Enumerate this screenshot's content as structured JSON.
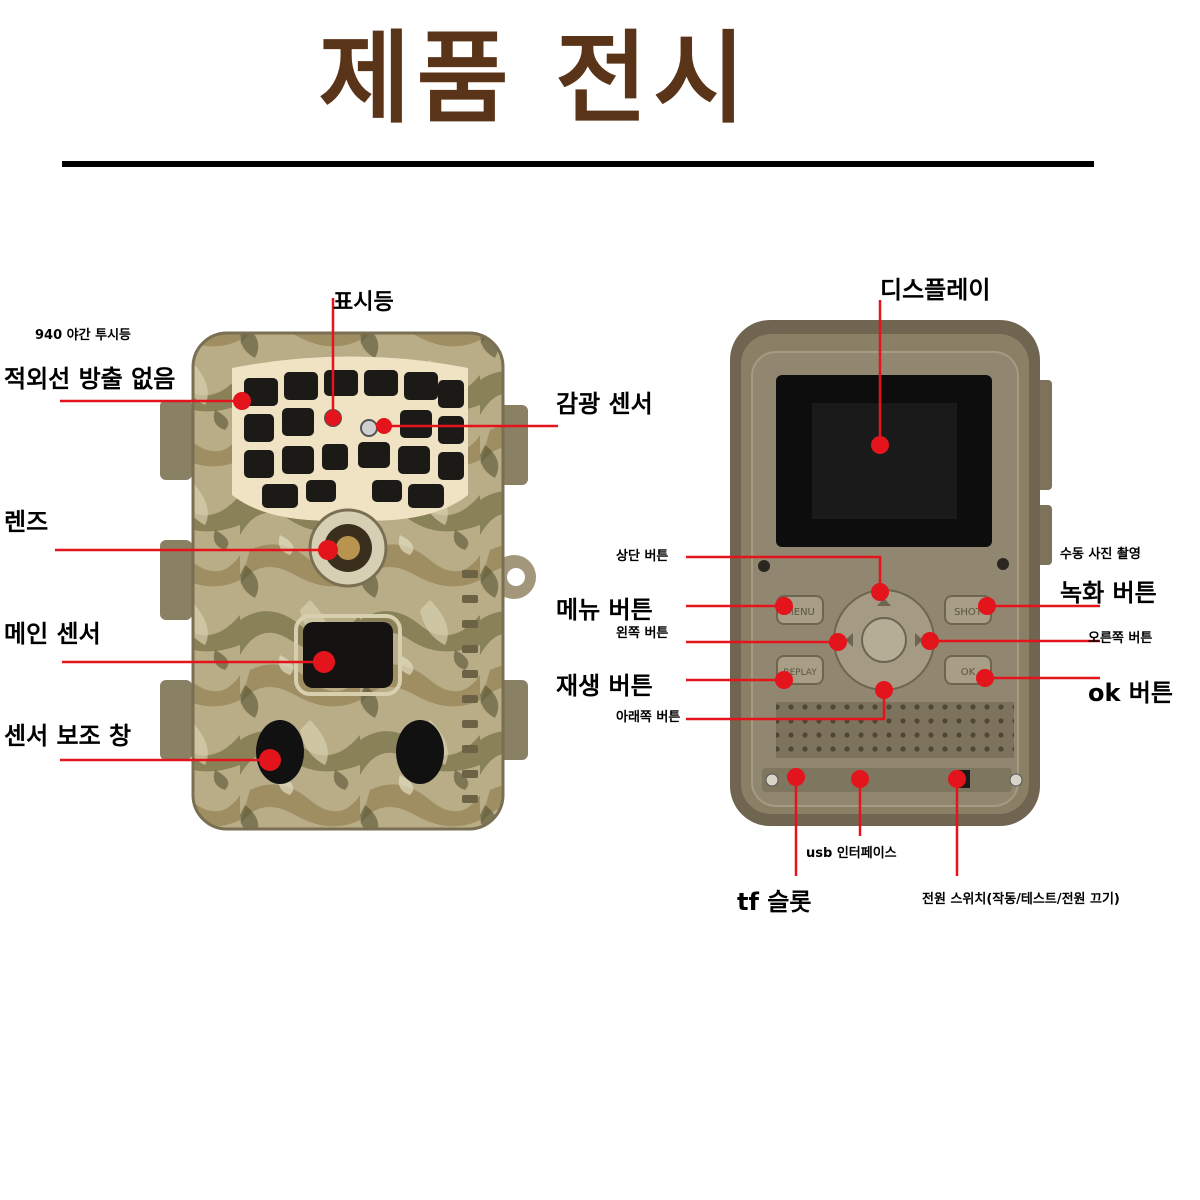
{
  "title": "제품 전시",
  "front_labels": {
    "infrared_small": "940 야간 투시등",
    "infrared": "적외선 방출 없음",
    "indicator": "표시등",
    "light_sensor": "감광 센서",
    "lens": "렌즈",
    "main_sensor": "메인 센서",
    "aux_window": "센서 보조 창"
  },
  "back_labels": {
    "display": "디스플레이",
    "up_button": "상단 버튼",
    "menu_button": "메뉴 버튼",
    "left_button": "왼쪽 버튼",
    "play_button": "재생 버튼",
    "down_button": "아래쪽 버튼",
    "manual_photo": "수동 사진 촬영",
    "record_button": "녹화 버튼",
    "right_button": "오른쪽 버튼",
    "ok_button": "ok 버튼",
    "usb": "usb 인터페이스",
    "tf_slot": "tf 슬롯",
    "power_switch": "전원 스위치(작동/테스트/전원 끄기)"
  },
  "button_texts": {
    "menu": "MENU",
    "shot": "SHOT",
    "replay": "REPLAY",
    "ok": "OK"
  },
  "colors": {
    "title": "#5a3418",
    "pointer": "#e3141b",
    "camo_base": "#b9ad88",
    "back_body": "#8b8066"
  }
}
